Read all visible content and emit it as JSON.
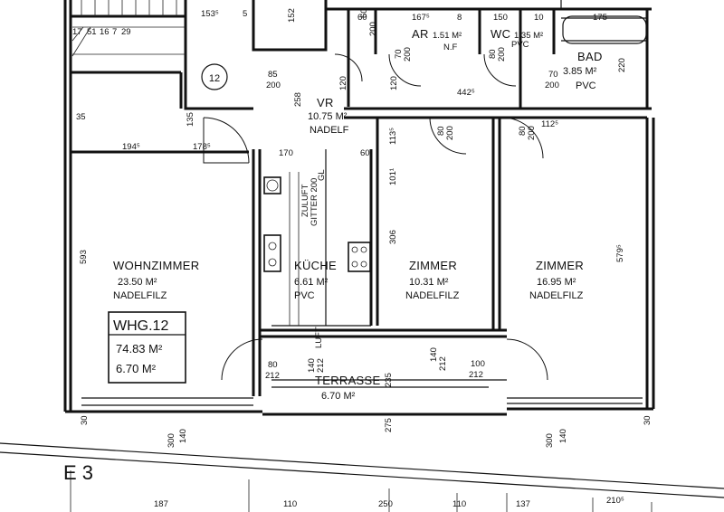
{
  "rooms": {
    "wohnzimmer": {
      "name": "WOHNZIMMER",
      "area": "23.50 M²",
      "floor": "NADELFILZ"
    },
    "kueche": {
      "name": "KÜCHE",
      "area": "6.61 M²",
      "floor": "PVC"
    },
    "zimmer1": {
      "name": "ZIMMER",
      "area": "10.31 M²",
      "floor": "NADELFILZ"
    },
    "zimmer2": {
      "name": "ZIMMER",
      "area": "16.95 M²",
      "floor": "NADELFILZ"
    },
    "terrasse": {
      "name": "TERRASSE",
      "area": "6.70 M²"
    },
    "vr": {
      "name": "VR",
      "area": "10.75 M²",
      "floor": "NADELF"
    },
    "ar": {
      "name": "AR",
      "area": "1.51 M²",
      "floor": "N.F"
    },
    "wc": {
      "name": "WC",
      "area": "1.35 M²",
      "floor": "PVC"
    },
    "bad": {
      "name": "BAD",
      "area": "3.85 M²",
      "floor": "PVC"
    }
  },
  "unit_box": {
    "title": "WHG.12",
    "area_main": "74.83 M²",
    "area_terrace": "6.70 M²"
  },
  "stair_number": "12",
  "kitchen_notes": {
    "zuluft": "ZULUFT",
    "gitter": "GITTER 200",
    "gl": "GL",
    "luft": "LUFT"
  },
  "section_label": "E 3",
  "dimensions": {
    "top": [
      "153⁵",
      "5",
      "152",
      "60",
      "167⁵",
      "8",
      "150",
      "10",
      "175"
    ],
    "mid_top": [
      "85",
      "200",
      "70",
      "200",
      "80",
      "200",
      "60",
      "200",
      "70",
      "200",
      "442⁵",
      "80",
      "200",
      "80",
      "200"
    ],
    "room": [
      "194⁵",
      "178⁵",
      "170",
      "60",
      "113⁵",
      "101¹",
      "306",
      "579⁵",
      "593"
    ],
    "terrace": [
      "80",
      "212",
      "140",
      "212",
      "140",
      "212",
      "100",
      "212",
      "235",
      "275"
    ],
    "bottom_v": [
      "30",
      "300",
      "140",
      "300",
      "140",
      "30"
    ],
    "bottom_row": [
      "187",
      "110",
      "250",
      "110",
      "137",
      "210⁵"
    ],
    "stairs": [
      "17",
      "51",
      "16",
      "7",
      "29",
      "35",
      "120",
      "258",
      "120",
      "112⁵",
      "135",
      "220"
    ]
  }
}
